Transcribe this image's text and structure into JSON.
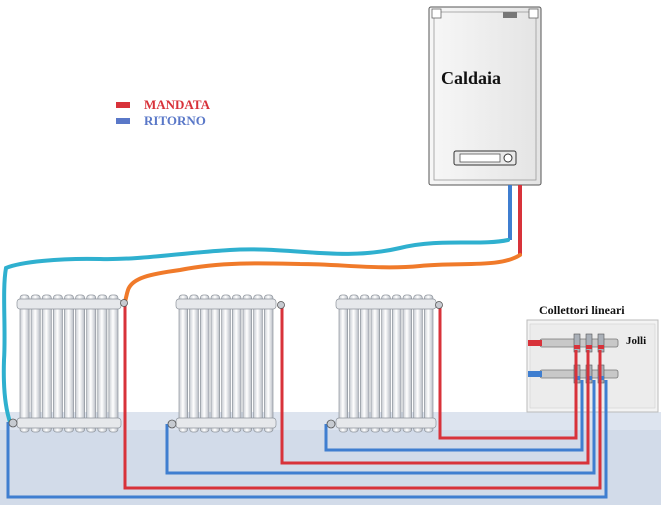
{
  "legend": {
    "supply": {
      "label": "MANDATA",
      "color": "#d8323a"
    },
    "return": {
      "label": "RITORNO",
      "color": "#5a78c8"
    }
  },
  "boiler": {
    "label": "Caldaia"
  },
  "collector": {
    "title": "Collettori lineari",
    "brand": "Jolli"
  },
  "colors": {
    "supply_pipe": "#d8323a",
    "return_pipe": "#3f7ed0",
    "supply_line": "#f07a2a",
    "return_line": "#2fb0cf",
    "floor": "#dde4ef"
  },
  "radiators": [
    {
      "id": "radiator-1"
    },
    {
      "id": "radiator-2"
    },
    {
      "id": "radiator-3"
    }
  ]
}
